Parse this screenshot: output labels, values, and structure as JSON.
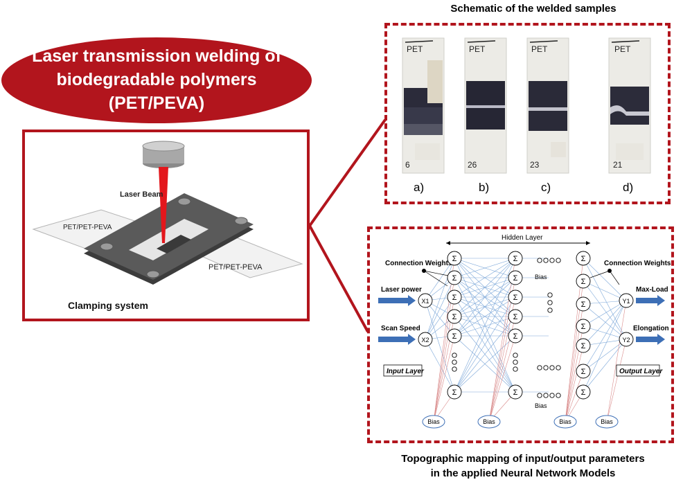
{
  "title": {
    "lines": [
      "Laser transmission welding of",
      "biodegradable polymers",
      "(PET/PEVA)"
    ]
  },
  "samples": {
    "caption": "Schematic of the welded samples",
    "strips": [
      {
        "top_label": "PET",
        "bottom_label": "6",
        "letter": "a)"
      },
      {
        "top_label": "PET",
        "bottom_label": "26",
        "letter": "b)"
      },
      {
        "top_label": "PET",
        "bottom_label": "23",
        "letter": "c)"
      },
      {
        "top_label": "PET",
        "bottom_label": "21",
        "letter": "d)"
      }
    ]
  },
  "clamping": {
    "laser_beam": "Laser Beam",
    "material_left": "PET/PET-PEVA",
    "material_right": "PET/PET-PEVA",
    "caption": "Clamping system"
  },
  "network": {
    "hidden_layer": "Hidden Layer",
    "connection_weights_left": "Connection Weights",
    "connection_weights_right": "Connection Weights",
    "laser_power": "Laser power",
    "scan_speed": "Scan Speed",
    "input_x1": "X1",
    "input_x2": "X2",
    "output_y1": "Y1",
    "output_y2": "Y2",
    "max_load": "Max-Load",
    "elongation": "Elongation",
    "input_layer": "Input Layer",
    "output_layer": "Output Layer",
    "bias": "Bias",
    "sum_symbol": "Σ",
    "caption_lines": [
      "Topographic mapping of input/output parameters",
      "in the applied Neural Network Models"
    ]
  },
  "colors": {
    "accent": "#b2151d",
    "laser": "#e3171c",
    "arrow_blue": "#3d6fb6",
    "line_blue": "#7aa6d8",
    "line_red": "#d98a8a"
  }
}
